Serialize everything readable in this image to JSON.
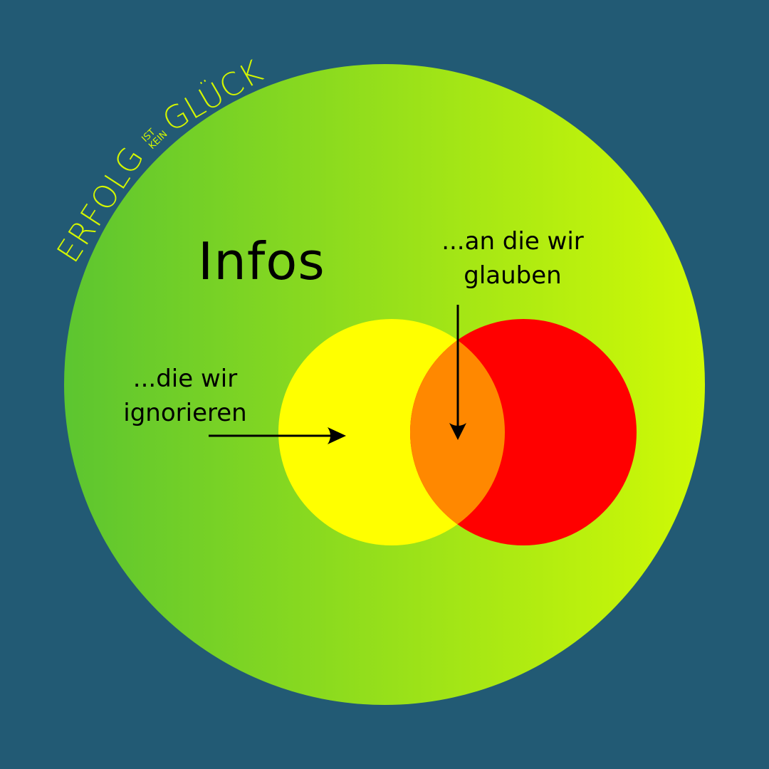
{
  "brand": {
    "word1": "ERFOLG",
    "small_top": "IST",
    "small_bottom": "KEIN",
    "word2": "GLÜCK",
    "color": "#d4f700"
  },
  "diagram": {
    "title": "Infos",
    "label_ignore_line1": "...die wir",
    "label_ignore_line2": "ignorieren",
    "label_believe_line1": "...an die wir",
    "label_believe_line2": "glauben",
    "colors": {
      "background": "#225a74",
      "outer_gradient_left": "#5cc530",
      "outer_gradient_right": "#d0fa05",
      "yellow_circle": "#ffff00",
      "red_circle": "#ff0000",
      "overlap": "#ff8800",
      "arrow": "#000000"
    }
  }
}
